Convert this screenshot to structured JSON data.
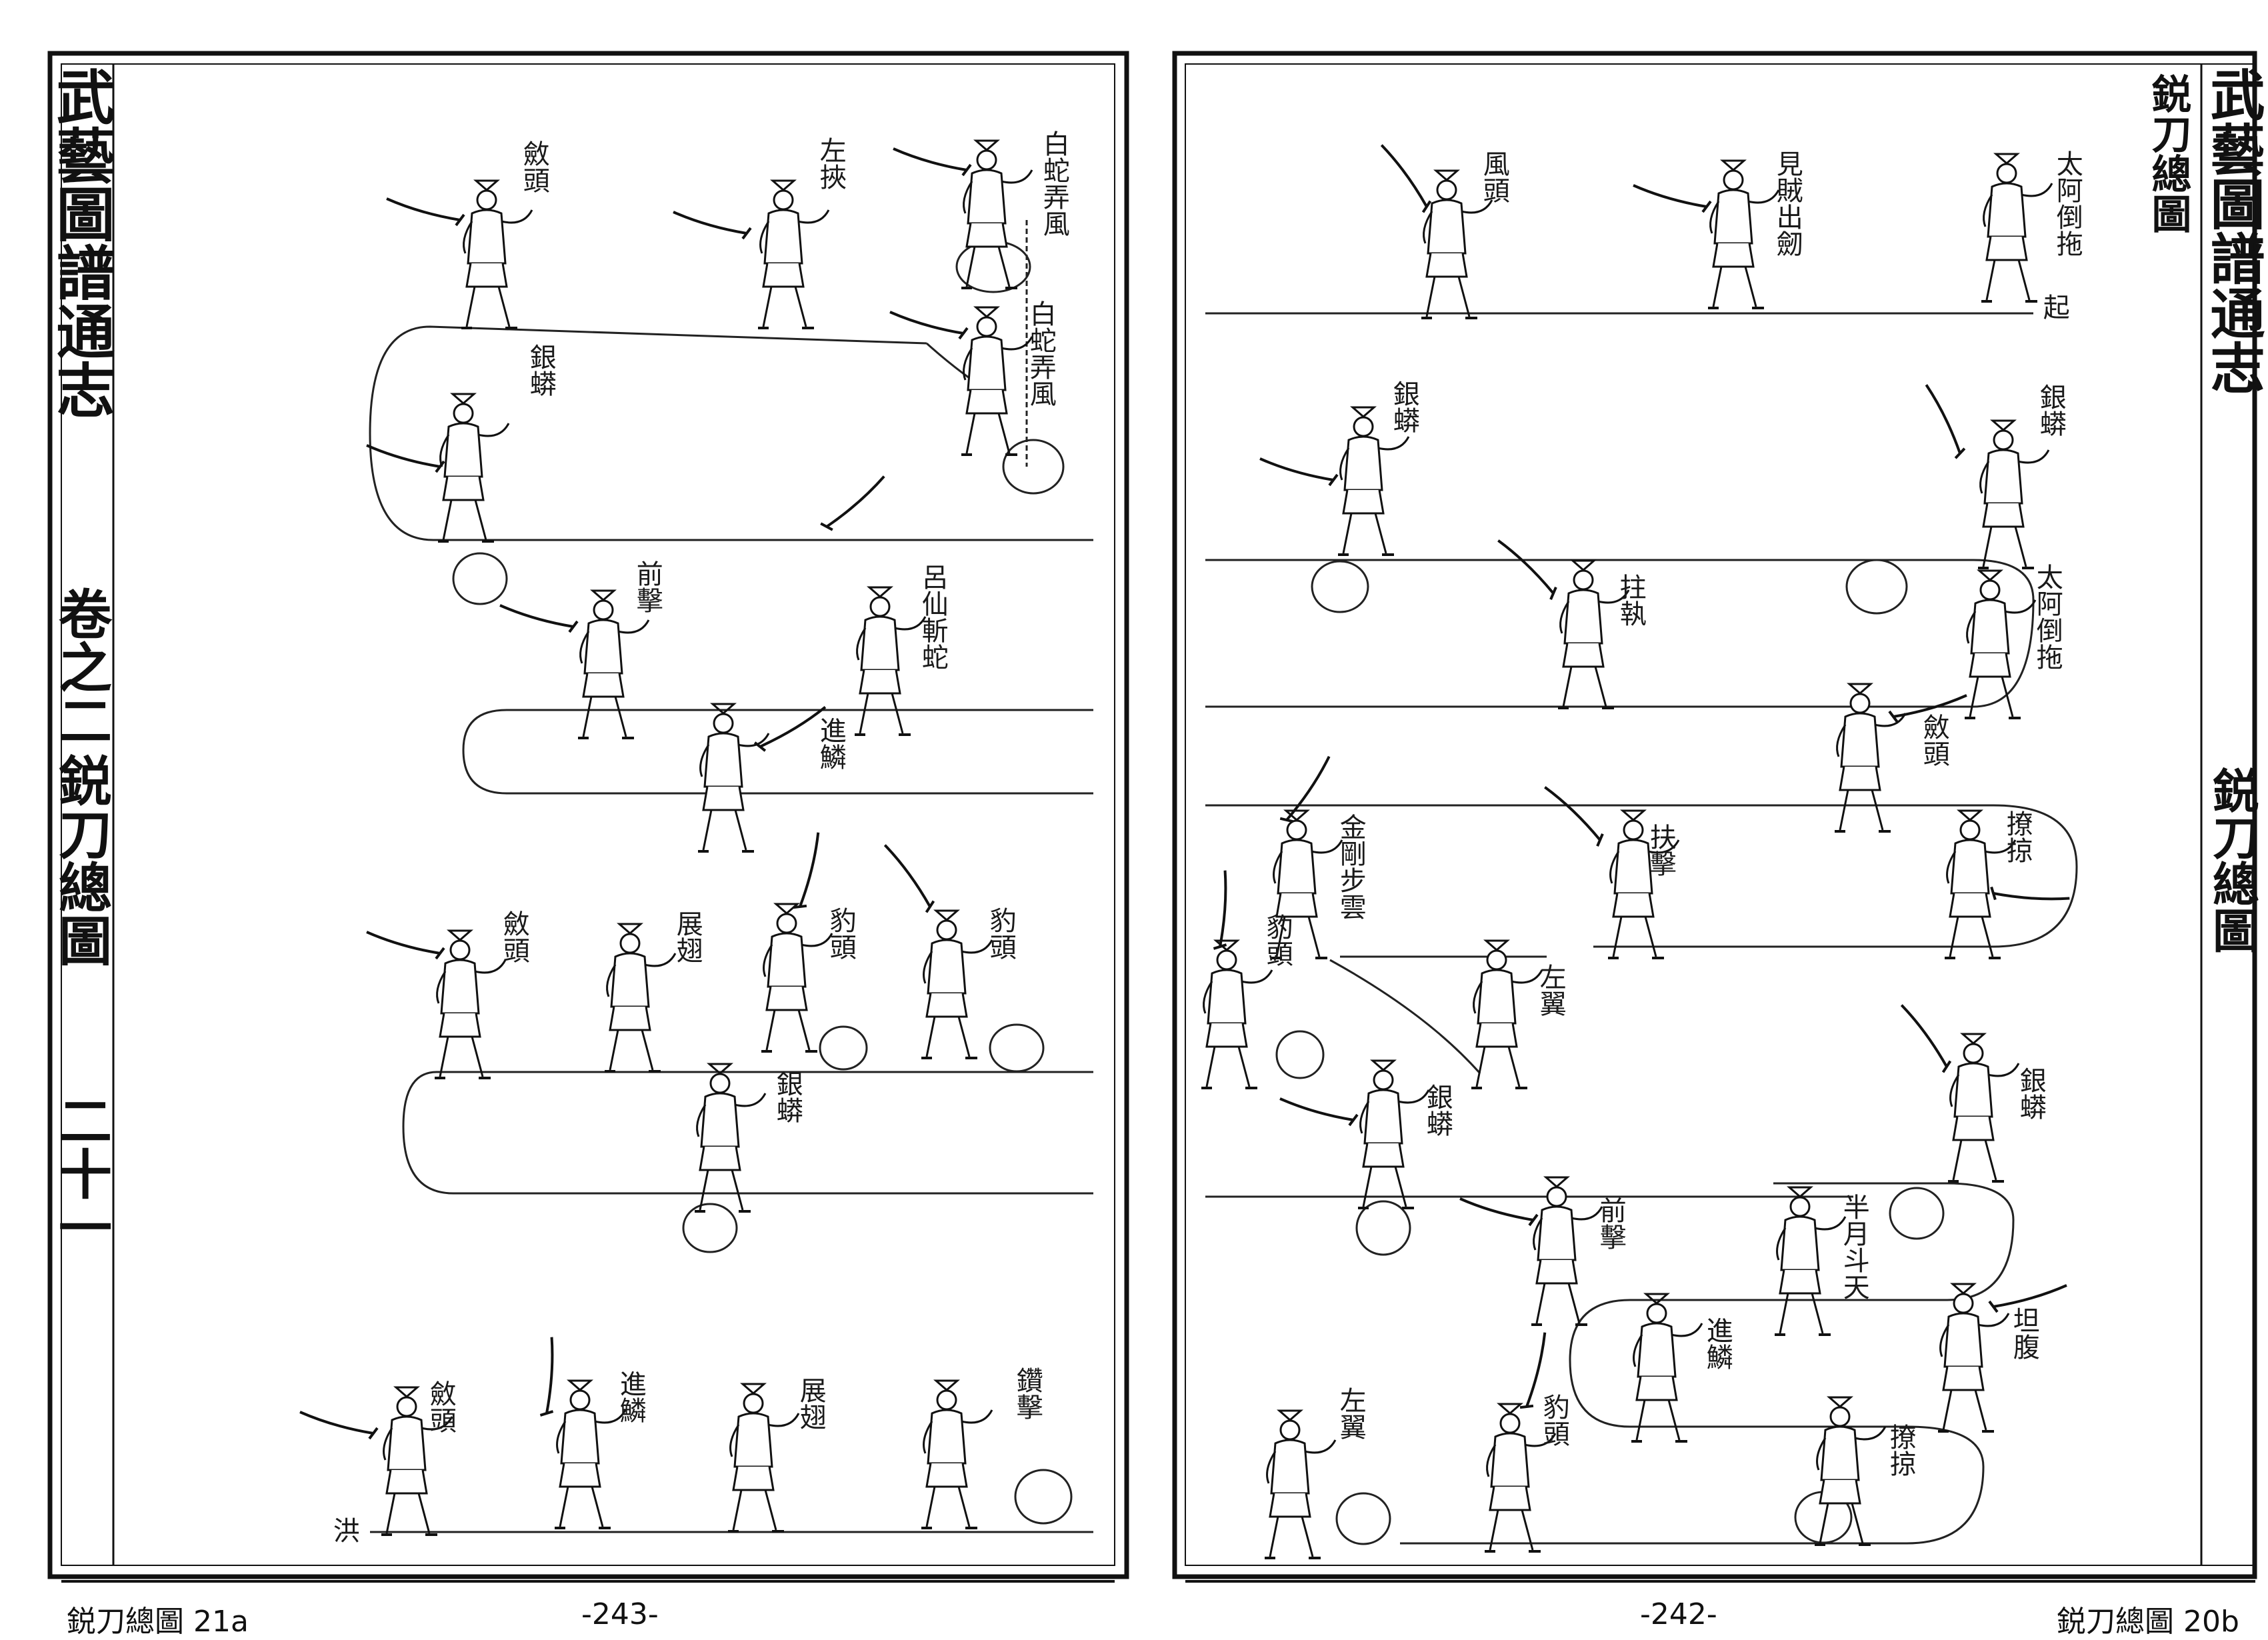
{
  "left_page": {
    "margin_column": {
      "book_title": "武藝圖譜通志",
      "volume": "卷之二",
      "section": "鋭刀總圖",
      "folio": "二十一"
    },
    "labels": [
      "斂頭",
      "左挾",
      "白蛇弄風",
      "銀蟒",
      "白蛇弄風",
      "前擊",
      "呂仙斬蛇",
      "進鱗",
      "斂頭",
      "展翅",
      "豹頭",
      "豹頭",
      "銀蟒",
      "斂頭",
      "進鱗",
      "展翅",
      "鑽擊",
      "洪"
    ]
  },
  "right_page": {
    "heading": "鋭刀總圖",
    "margin_column": {
      "book_title": "武藝圖譜通志",
      "section": "鋭刀總圖"
    },
    "labels": [
      "太阿倒拖",
      "起",
      "見賊出劒",
      "風頭",
      "銀蟒",
      "銀蟒",
      "太阿倒拖",
      "拄執",
      "斂頭",
      "撩掠",
      "扶擊",
      "金剛步雲",
      "豹頭",
      "左翼",
      "銀蟒",
      "銀蟒",
      "前擊",
      "半月斗天",
      "坦腹",
      "進鱗",
      "豹頭",
      "撩掠",
      "左翼"
    ]
  },
  "footer": {
    "left_caption": "鋭刀總圖 21a",
    "left_page_number": "-243-",
    "right_page_number": "-242-",
    "right_caption": "鋭刀總圖 20b"
  }
}
